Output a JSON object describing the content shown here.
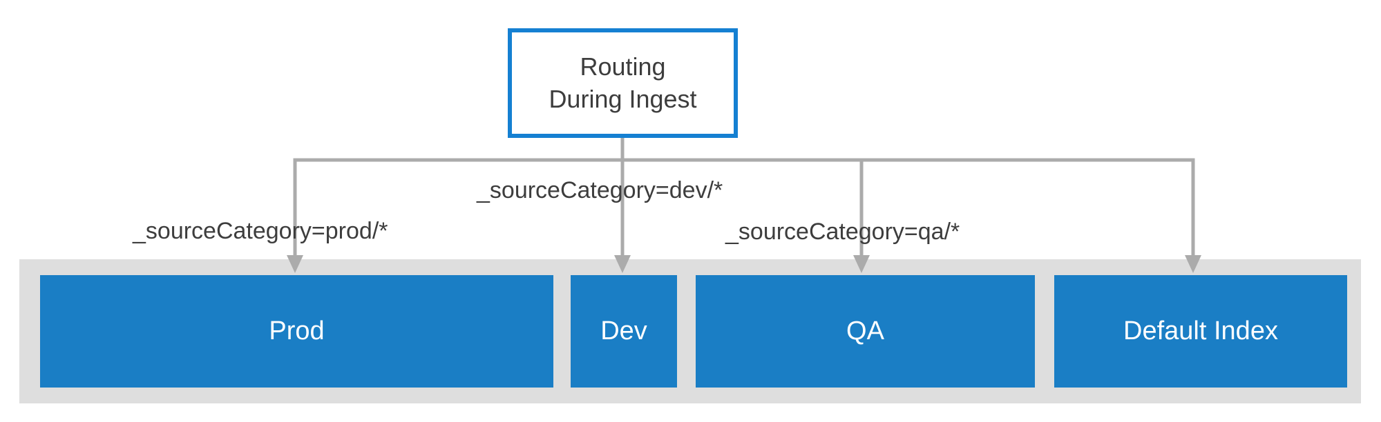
{
  "diagram": {
    "title": "Routing During Ingest",
    "root_node": {
      "label": "Routing\nDuring Ingest"
    },
    "edges": [
      {
        "label": "_sourceCategory=prod/*",
        "target": "Prod"
      },
      {
        "label": "_sourceCategory=dev/*",
        "target": "Dev"
      },
      {
        "label": "_sourceCategory=qa/*",
        "target": "QA"
      },
      {
        "label": "",
        "target": "Default Index"
      }
    ],
    "index_boxes": [
      {
        "label": "Prod"
      },
      {
        "label": "Dev"
      },
      {
        "label": "QA"
      },
      {
        "label": "Default Index"
      }
    ],
    "colors": {
      "root_border_blue": "#1580d2",
      "index_box_blue": "#1a7ec5",
      "container_gray": "#dedede",
      "connector_gray": "#ababab",
      "text_dark": "#3d3d3d",
      "text_light": "#ffffff"
    }
  }
}
